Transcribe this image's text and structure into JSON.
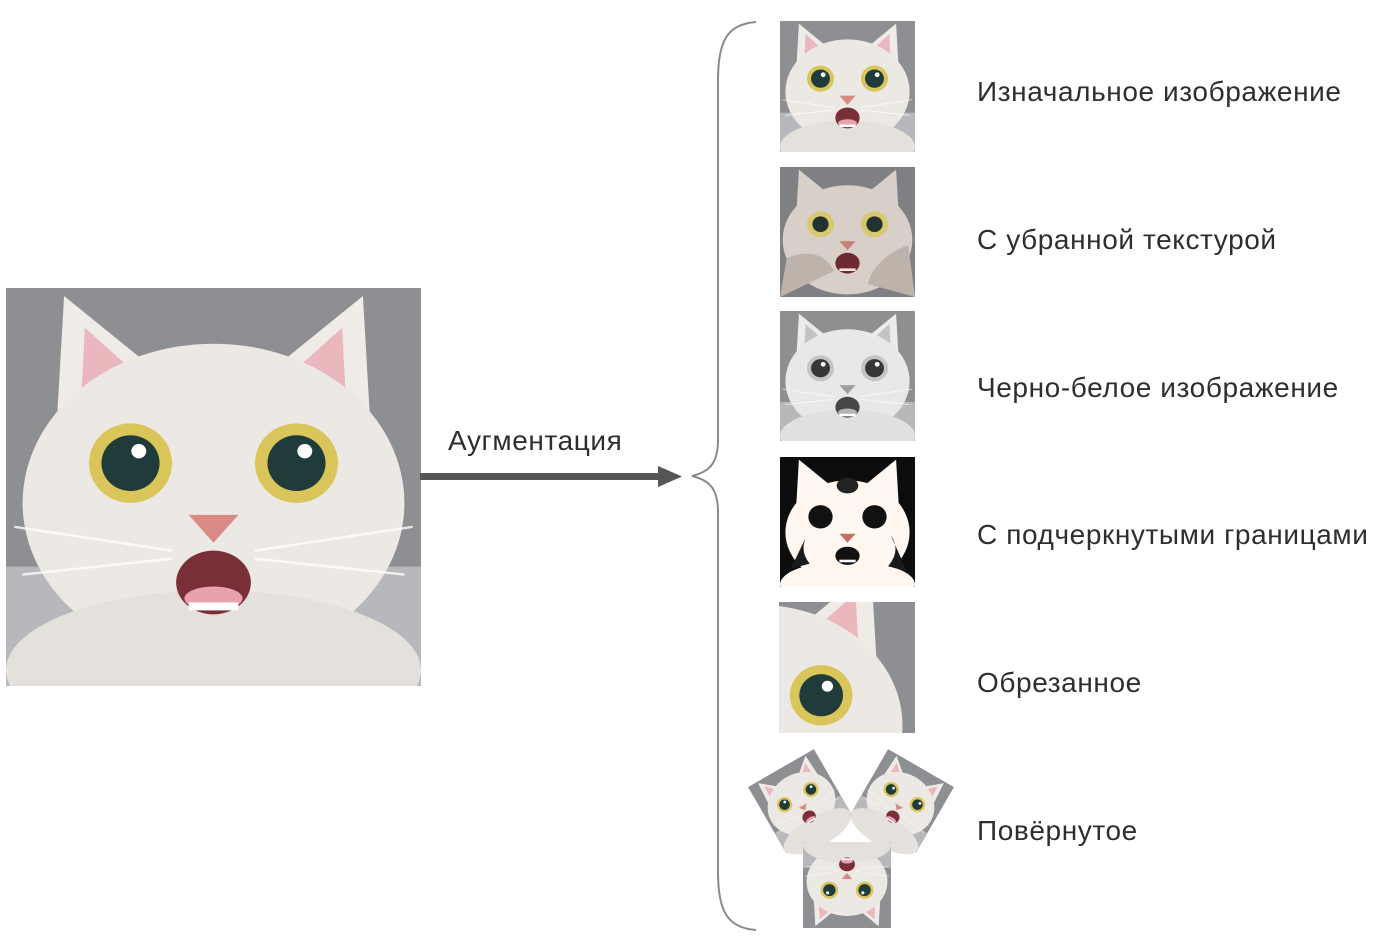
{
  "diagram": {
    "arrow_label": "Аугментация",
    "variants": [
      {
        "label": "Изначальное изображение"
      },
      {
        "label": "С убранной текстурой"
      },
      {
        "label": "Черно-белое изображение"
      },
      {
        "label": "С подчеркнутыми границами"
      },
      {
        "label": "Обрезанное"
      },
      {
        "label": "Повёрнутое"
      }
    ]
  },
  "colors": {
    "arrow": "#555555",
    "brace": "#8a8a8a",
    "background_gray": "#8d8f93",
    "fur": "#ece8e3",
    "ear_pink": "#e9b7bc",
    "eye_iris": "#d9c55a",
    "eye_pupil": "#1f3b3a",
    "nose": "#d98a86",
    "mouth": "#7a2e38"
  }
}
